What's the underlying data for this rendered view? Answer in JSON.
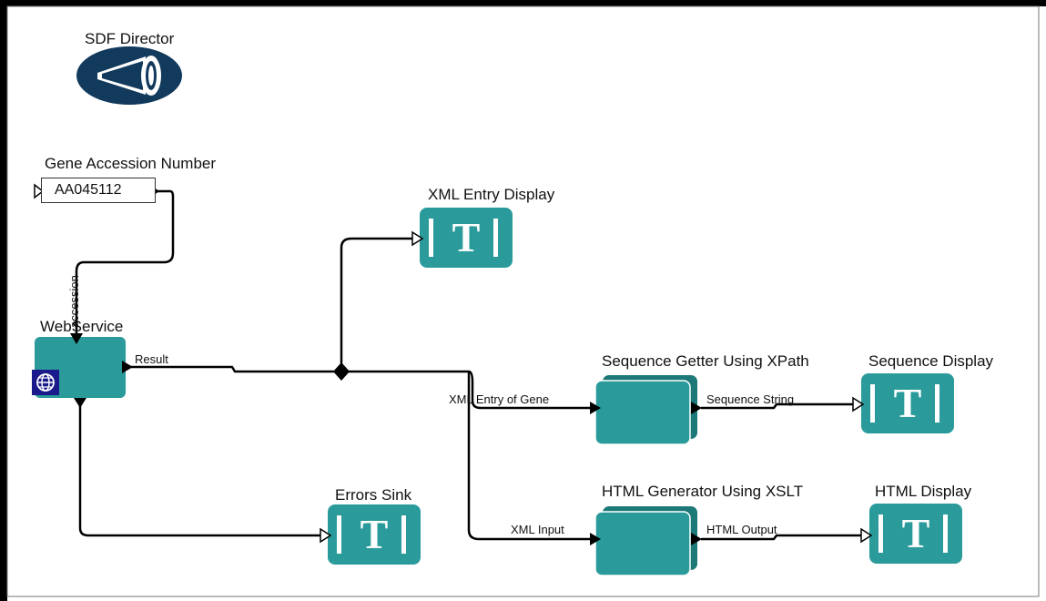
{
  "director": {
    "label": "SDF Director"
  },
  "parameter": {
    "label": "Gene Accession Number",
    "value": "AA045112"
  },
  "webservice": {
    "label": "WebService",
    "input_port": "accession",
    "output_port": "Result"
  },
  "actors": {
    "xml_entry_display": {
      "label": "XML Entry Display",
      "glyph": "T"
    },
    "sequence_getter": {
      "label": "Sequence Getter Using XPath",
      "input_port": "XML Entry of Gene",
      "output_port": "Sequence String"
    },
    "sequence_display": {
      "label": "Sequence Display",
      "glyph": "T"
    },
    "html_generator": {
      "label": "HTML Generator Using XSLT",
      "input_port": "XML Input",
      "output_port": "HTML Output"
    },
    "html_display": {
      "label": "HTML Display",
      "glyph": "T"
    },
    "errors_sink": {
      "label": "Errors Sink",
      "glyph": "T"
    }
  },
  "colors": {
    "actor": "#2a9a9a",
    "actor_dark": "#1d7878",
    "director": "#123a5c",
    "webservice_icon": "#1a1a8c",
    "wire": "#000000"
  }
}
